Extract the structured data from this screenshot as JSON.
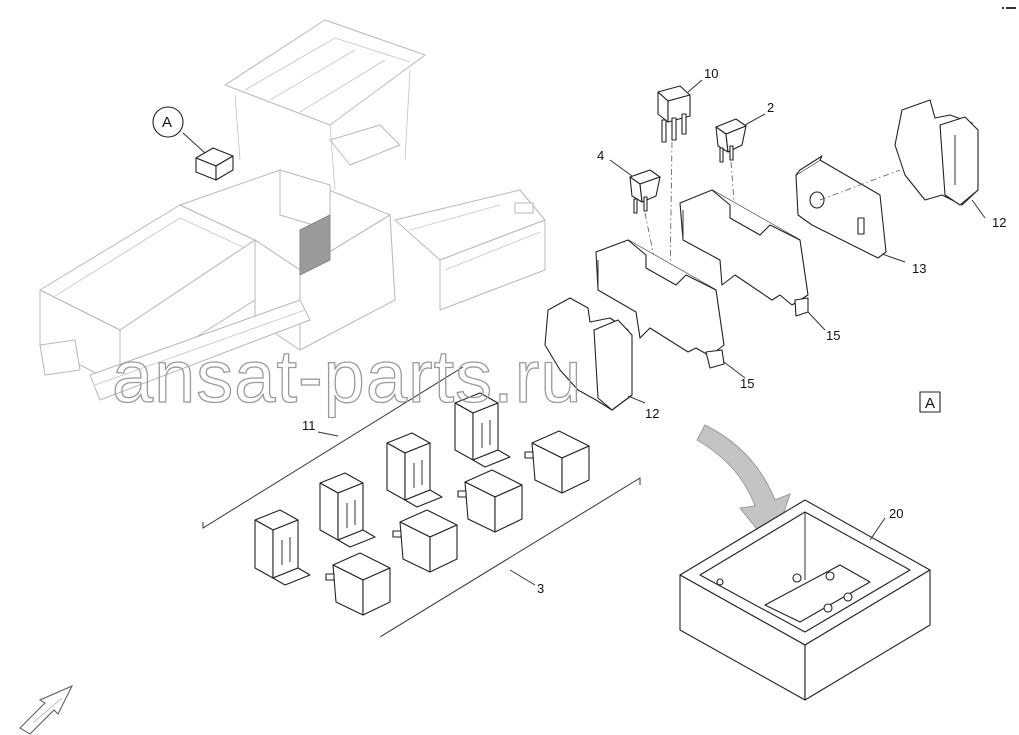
{
  "callouts": {
    "c10": "10",
    "c2": "2",
    "c4": "4",
    "c12a": "12",
    "c13": "13",
    "c15a": "15",
    "c15b": "15",
    "c12b": "12",
    "c11": "11",
    "c3": "3",
    "c20": "20"
  },
  "detail": {
    "circle_label": "A",
    "box_label": "A"
  },
  "watermark": "ansat-parts.ru"
}
